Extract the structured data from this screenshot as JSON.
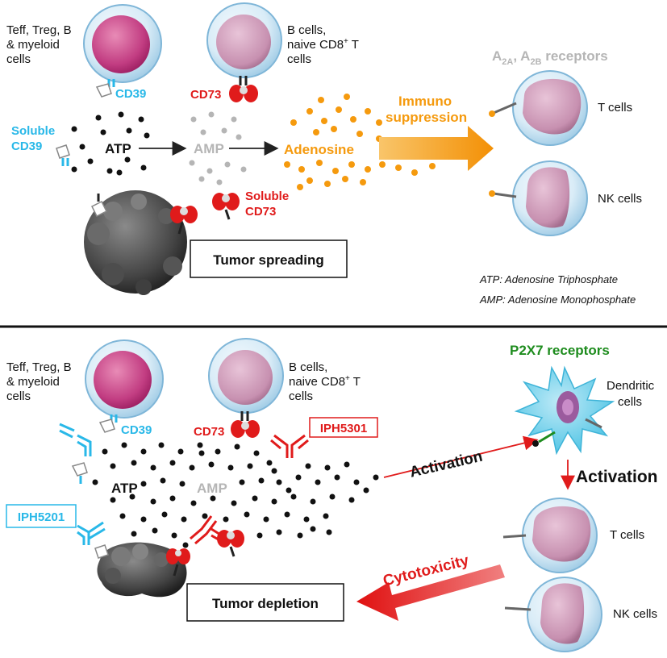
{
  "top": {
    "cells_left_label": [
      "Teff, Treg, B",
      "& myeloid",
      "cells"
    ],
    "cells_mid_label": [
      "B cells,",
      "naive CD8",
      "cells"
    ],
    "cd8_sup": "+",
    "cd8_after": " T",
    "cd39": "CD39",
    "cd73": "CD73",
    "soluble_cd39": [
      "Soluble",
      "CD39"
    ],
    "soluble_cd73": [
      "Soluble",
      "CD73"
    ],
    "atp": "ATP",
    "amp": "AMP",
    "adenosine": "Adenosine",
    "immuno": [
      "Immuno",
      "suppression"
    ],
    "receptors": {
      "a": "A",
      "a_sub": "2A",
      "sep": ", A",
      "b_sub": "2B",
      "rest": " receptors"
    },
    "t_cells": "T cells",
    "nk_cells": "NK cells",
    "tumor_box": "Tumor spreading",
    "legend_atp": "ATP: Adenosine Triphosphate",
    "legend_amp": "AMP: Adenosine Monophosphate"
  },
  "bottom": {
    "cells_left_label": [
      "Teff, Treg, B",
      "& myeloid",
      "cells"
    ],
    "cells_mid_label": [
      "B cells,",
      "naive CD8",
      "cells"
    ],
    "cd8_sup": "+",
    "cd8_after": " T",
    "cd39": "CD39",
    "cd73": "CD73",
    "iph5301": "IPH5301",
    "iph5201": "IPH5201",
    "atp": "ATP",
    "amp": "AMP",
    "p2x7": "P2X7 receptors",
    "dendritic": [
      "Dendritic",
      "cells"
    ],
    "activation1": "Activation",
    "activation2": "Activation",
    "t_cells": "T cells",
    "nk_cells": "NK cells",
    "cytotoxicity": "Cytotoxicity",
    "tumor_box": "Tumor depletion"
  },
  "colors": {
    "cyan": "#29b8e8",
    "red": "#e01b1b",
    "orange": "#f59a0e",
    "gray": "#b5b5b5",
    "green": "#1e8c1e",
    "black": "#111111"
  },
  "icons": [
    "tumor-cell-icon",
    "lymphocyte-cell-icon",
    "dendritic-cell-icon",
    "antibody-icon",
    "enzyme-icon",
    "receptor-icon"
  ]
}
